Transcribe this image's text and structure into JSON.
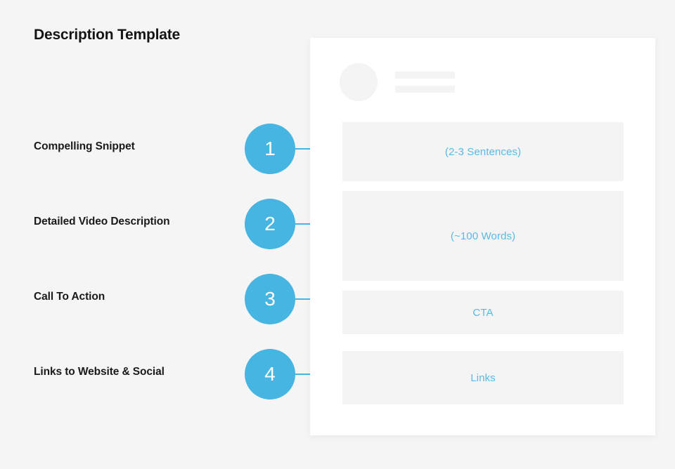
{
  "page": {
    "title": "Description Template",
    "background_color": "#f5f5f5",
    "accent_color": "#46b5e2",
    "text_color": "#141414",
    "block_color": "#f4f4f4"
  },
  "steps": [
    {
      "number": "1",
      "label": "Compelling Snippet",
      "block_text": "(2-3 Sentences)"
    },
    {
      "number": "2",
      "label": "Detailed Video Description",
      "block_text": "(~100 Words)"
    },
    {
      "number": "3",
      "label": "Call To Action",
      "block_text": "CTA"
    },
    {
      "number": "4",
      "label": "Links to Website & Social",
      "block_text": "Links"
    }
  ],
  "mock_card": {
    "avatar": "avatar-placeholder",
    "header_lines": 2
  }
}
